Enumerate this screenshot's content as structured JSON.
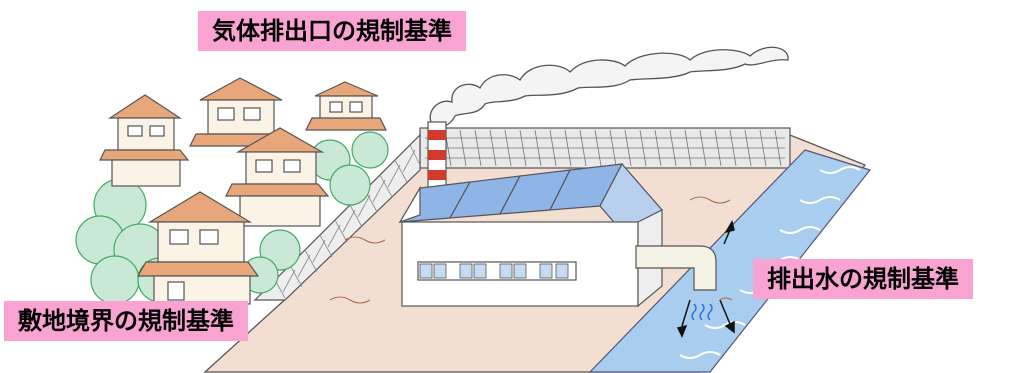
{
  "labels": {
    "gas_outlet": "気体排出口の規制基準",
    "site_boundary": "敷地境界の規制基準",
    "effluent_water": "排出水の規制基準"
  },
  "colors": {
    "label_background": "#f9a3d2",
    "roof_orange": "#e8a77a",
    "wall_cream": "#fbf4e6",
    "tree_green": "#c9e9d6",
    "factory_roof": "#8fb4e6",
    "ground": "#f2ddd0",
    "river": "#a9cdef",
    "chimney_red": "#d33a2c"
  }
}
